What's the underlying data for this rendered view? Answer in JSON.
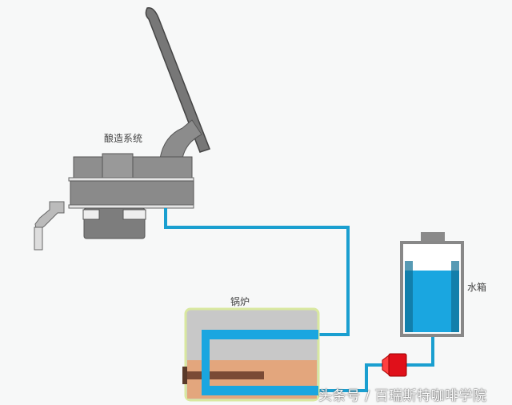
{
  "labels": {
    "brewing_system": "酿造系统",
    "boiler": "锅炉",
    "water_tank": "水箱"
  },
  "watermark": "头条号 / 百瑞斯特咖啡学院",
  "colors": {
    "pipe": "#1a9fd0",
    "water": "#1aa6e0",
    "pump": "#e0101a",
    "machine": "#8a8a8a",
    "heater": "#e8a070"
  }
}
